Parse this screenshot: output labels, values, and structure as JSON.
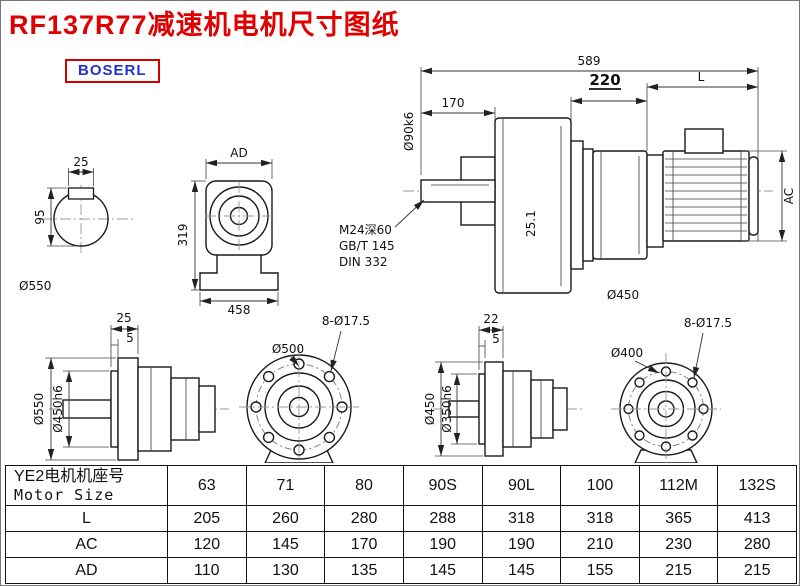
{
  "title": "RF137R77减速机电机尺寸图纸",
  "brand": "BOSERL",
  "drawing": {
    "shaft_section": {
      "key_width": "25",
      "section_height": "95",
      "diameter": "Ø550"
    },
    "front_view": {
      "width_label": "AD",
      "height": "319",
      "base_width": "458"
    },
    "side_view": {
      "overall_length": "589",
      "shaft_length": "170",
      "shaft_diameter": "Ø90k6",
      "tap_note": "M24深60",
      "std_note1": "GB/T 145",
      "std_note2": "DIN 332",
      "key_note": "25.1",
      "flange_diameter": "Ø450",
      "stage_length": "220",
      "motor_length_label": "L",
      "motor_diameter_label": "AC"
    },
    "flange_large": {
      "flange_thickness": "25",
      "spigot_depth": "5",
      "outer_diameter": "Ø550",
      "spigot_diameter": "Ø450h6",
      "bolt_circle": "Ø500",
      "bolt_holes": "8-Ø17.5"
    },
    "flange_small": {
      "flange_thickness": "22",
      "spigot_depth": "5",
      "outer_diameter": "Ø450",
      "spigot_diameter": "Ø350h6",
      "bolt_circle": "Ø400",
      "bolt_holes": "8-Ø17.5"
    }
  },
  "table": {
    "header": {
      "line1": "YE2电机机座号",
      "line2": "Motor Size"
    },
    "sizes": [
      "63",
      "71",
      "80",
      "90S",
      "90L",
      "100",
      "112M",
      "132S"
    ],
    "rows": [
      {
        "label": "L",
        "values": [
          "205",
          "260",
          "280",
          "288",
          "318",
          "318",
          "365",
          "413"
        ]
      },
      {
        "label": "AC",
        "values": [
          "120",
          "145",
          "170",
          "190",
          "190",
          "210",
          "230",
          "280"
        ]
      },
      {
        "label": "AD",
        "values": [
          "110",
          "130",
          "135",
          "145",
          "145",
          "155",
          "215",
          "215"
        ]
      }
    ]
  }
}
